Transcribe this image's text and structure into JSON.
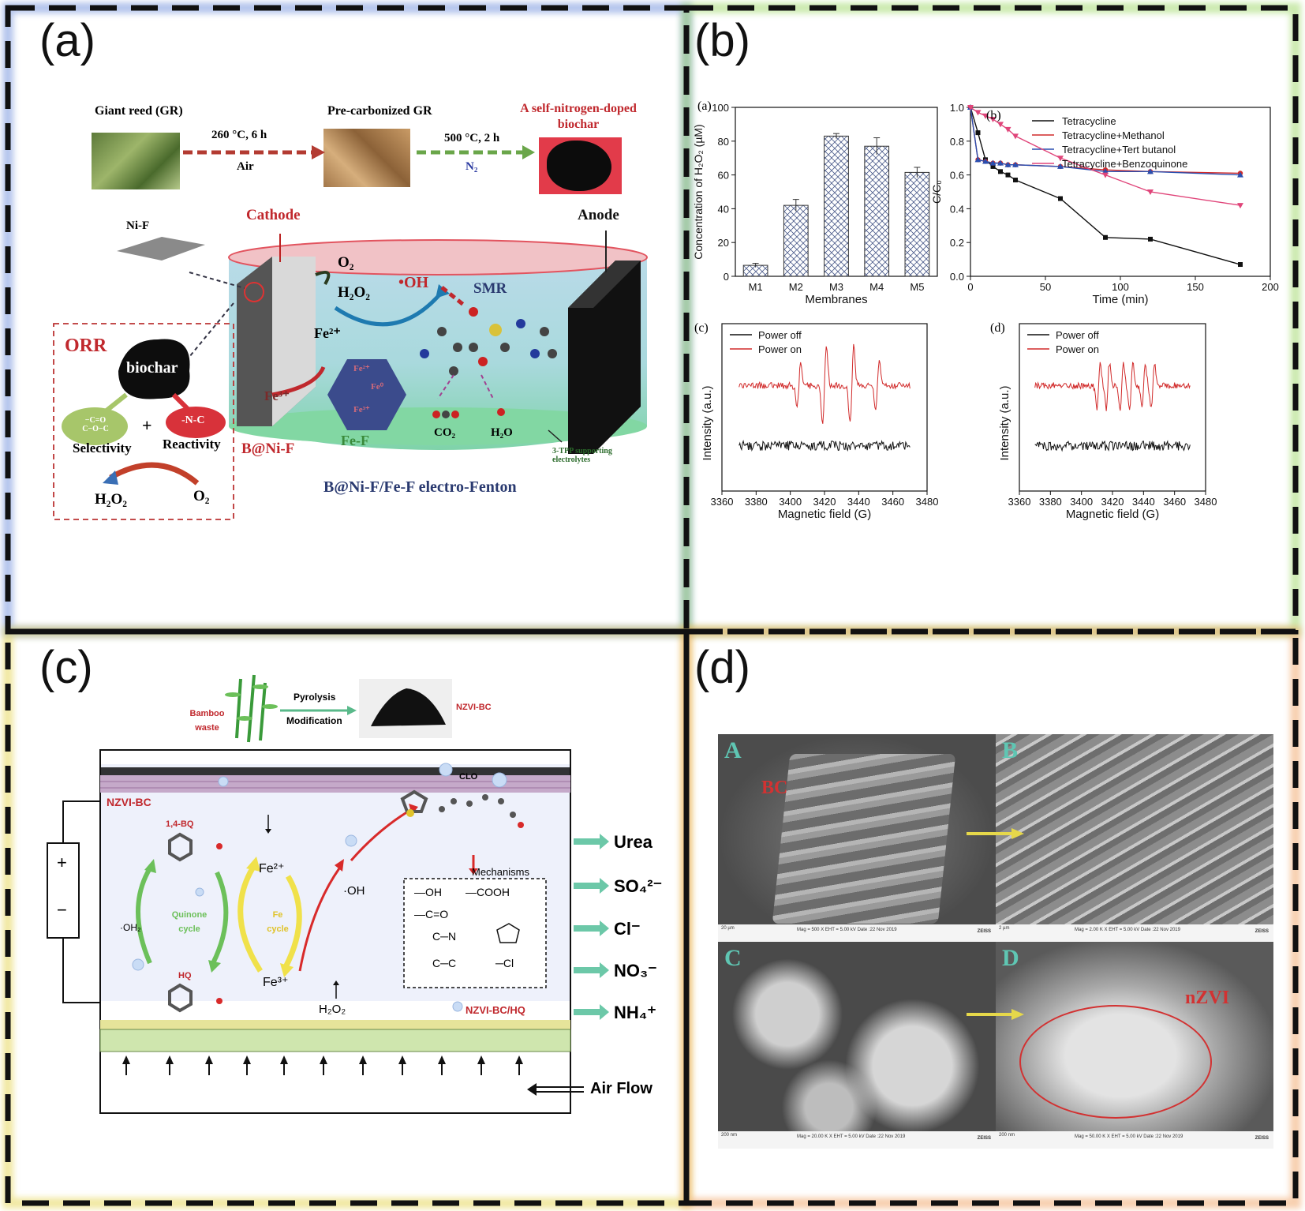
{
  "panels": {
    "a": {
      "letter": "(a)",
      "top": {
        "gr": "Giant reed  (GR)",
        "step1_cond": "260 °C, 6 h",
        "step1_gas": "Air",
        "pre": "Pre-carbonized GR",
        "step2_cond": "500 °C, 2 h",
        "step2_gas": "N₂",
        "product": "A self-nitrogen-doped biochar"
      },
      "cell": {
        "nif": "Ni-F",
        "cathode": "Cathode",
        "anode": "Anode",
        "o2": "O₂",
        "h2o2": "H₂O₂",
        "oh": "•OH",
        "smr": "SMR",
        "fe2": "Fe²⁺",
        "fe3": "Fe³⁺",
        "fe_hex_1": "Fe²⁺",
        "fe_hex_2": "Fe⁰",
        "fe_hex_3": "Fe³⁺",
        "fef": "Fe-F",
        "co2": "CO₂",
        "h2o": "H₂O",
        "bnif": "B@Ni-F",
        "tpp": "3-TPP supporting electrolytes",
        "caption": "B@Ni-F/Fe-F  electro-Fenton"
      },
      "orr": {
        "title": "ORR",
        "biochar": "biochar",
        "groups": "−C=O C−O−C",
        "nc": "-N-C",
        "plus": "+",
        "selectivity": "Selectivity",
        "reactivity": "Reactivity",
        "h2o2": "H₂O₂",
        "o2": "O₂"
      }
    },
    "b": {
      "letter": "(b)",
      "sub_a": "(a)",
      "sub_b": "(b)",
      "sub_c": "(c)",
      "sub_d": "(d)"
    },
    "c": {
      "letter": "(c)",
      "bamboo": "Bamboo waste",
      "pyrolysis": "Pyrolysis",
      "modification": "Modification",
      "nzvi_bc_top": "NZVI-BC",
      "nzvi_bc": "NZVI-BC",
      "bq": "1,4-BQ",
      "oh2": "·OH₂",
      "quinone": "Quinone cycle",
      "hq": "HQ",
      "fe2": "Fe²⁺",
      "fe3": "Fe³⁺",
      "fe_cycle": "Fe cycle",
      "oh": "·OH",
      "h2o2": "H₂O₂",
      "clo": "CLO",
      "mechanisms": "Mechanisms",
      "mech_oh": "—OH",
      "mech_cooh": "—COOH",
      "mech_co": "—C=O",
      "mech_cn": "C─N",
      "mech_cc": "C─C",
      "mech_cl": "─Cl",
      "nzvi_bc_hq": "NZVI-BC/HQ",
      "plus": "+",
      "minus": "−",
      "urea": "Urea",
      "so4": "SO₄²⁻",
      "cl": "Cl⁻",
      "no3": "NO₃⁻",
      "nh4": "NH₄⁺",
      "airflow": "Air Flow"
    },
    "d": {
      "letter": "(d)",
      "A": "A",
      "B": "B",
      "C": "C",
      "D": "D",
      "bc": "BC",
      "nzvi": "nZVI",
      "scale_A": "20 µm",
      "scale_B": "2 µm",
      "scale_C": "200 nm",
      "scale_D": "200 nm",
      "meta_A": "Mag = 500 X   EHT = 5.00 kV   Date :22 Nov 2019",
      "meta_B": "Mag = 2.00 K X   EHT = 5.00 kV   Date :22 Nov 2019",
      "meta_C": "Mag = 20.00 K X   EHT = 5.00 kV   Date :22 Nov 2019",
      "meta_D": "Mag = 50.00 K X   EHT = 5.00 kV   Date :22 Nov 2019",
      "brand": "ZEISS"
    }
  },
  "chart_data": [
    {
      "type": "bar",
      "categories": [
        "M1",
        "M2",
        "M3",
        "M4",
        "M5"
      ],
      "values": [
        6.5,
        42,
        83,
        77,
        61.5
      ],
      "errors": [
        1.2,
        3.5,
        1.5,
        5,
        3
      ],
      "xlabel": "Membranes",
      "ylabel": "Concentration of H₂O₂ (µM)",
      "ylim": [
        0,
        100
      ],
      "yticks": [
        0,
        20,
        40,
        60,
        80,
        100
      ]
    },
    {
      "type": "line",
      "xlabel": "Time (min)",
      "ylabel": "C/C₀",
      "xlim": [
        0,
        200
      ],
      "ylim": [
        0,
        1.0
      ],
      "xticks": [
        0,
        50,
        100,
        150,
        200
      ],
      "yticks": [
        0.0,
        0.2,
        0.4,
        0.6,
        0.8,
        1.0
      ],
      "legend": "top-right",
      "series": [
        {
          "name": "Tetracycline",
          "color": "#111111",
          "marker": "square",
          "x": [
            0,
            5,
            10,
            15,
            20,
            25,
            30,
            60,
            90,
            120,
            180
          ],
          "y": [
            1.0,
            0.85,
            0.69,
            0.65,
            0.62,
            0.6,
            0.57,
            0.46,
            0.23,
            0.22,
            0.07
          ]
        },
        {
          "name": "Tetracycline+Methanol",
          "color": "#d12a2a",
          "marker": "circle",
          "x": [
            0,
            5,
            10,
            15,
            20,
            25,
            30,
            60,
            90,
            120,
            180
          ],
          "y": [
            1.0,
            0.69,
            0.68,
            0.67,
            0.67,
            0.66,
            0.66,
            0.65,
            0.63,
            0.62,
            0.61
          ]
        },
        {
          "name": "Tetracycline+Tert butanol",
          "color": "#2a4fb0",
          "marker": "triangle",
          "x": [
            0,
            5,
            10,
            15,
            20,
            25,
            30,
            60,
            90,
            120,
            180
          ],
          "y": [
            1.0,
            0.69,
            0.68,
            0.67,
            0.67,
            0.66,
            0.66,
            0.65,
            0.62,
            0.62,
            0.6
          ]
        },
        {
          "name": "Tetracycline+Benzoquinone",
          "color": "#e0457a",
          "marker": "triangle-down",
          "x": [
            0,
            5,
            10,
            15,
            20,
            25,
            30,
            60,
            90,
            120,
            180
          ],
          "y": [
            1.0,
            0.97,
            0.95,
            0.93,
            0.9,
            0.87,
            0.83,
            0.7,
            0.6,
            0.5,
            0.42
          ]
        }
      ]
    },
    {
      "type": "line",
      "xlabel": "Magnetic field (G)",
      "ylabel": "Intensity (a.u.)",
      "xlim": [
        3360,
        3480
      ],
      "xticks": [
        3360,
        3380,
        3400,
        3420,
        3440,
        3460,
        3480
      ],
      "legend": "top-left",
      "series": [
        {
          "name": "Power off",
          "color": "#111111"
        },
        {
          "name": "Power on",
          "color": "#d12a2a",
          "peaks_G": [
            3405,
            3420,
            3436,
            3451
          ]
        }
      ]
    },
    {
      "type": "line",
      "xlabel": "Magnetic field (G)",
      "ylabel": "Intensity (a.u.)",
      "xlim": [
        3360,
        3480
      ],
      "xticks": [
        3360,
        3380,
        3400,
        3420,
        3440,
        3460,
        3480
      ],
      "legend": "top-left",
      "series": [
        {
          "name": "Power off",
          "color": "#111111"
        },
        {
          "name": "Power on",
          "color": "#d12a2a",
          "peaks_G": [
            3411,
            3417,
            3426,
            3432,
            3440,
            3446
          ]
        }
      ]
    }
  ],
  "colors": {
    "panel_a_border": "#5b7fd6",
    "panel_b_border": "#8fd14f",
    "panel_c_border": "#e3d24a",
    "panel_d_border": "#f0a060",
    "dash": "#111111"
  }
}
